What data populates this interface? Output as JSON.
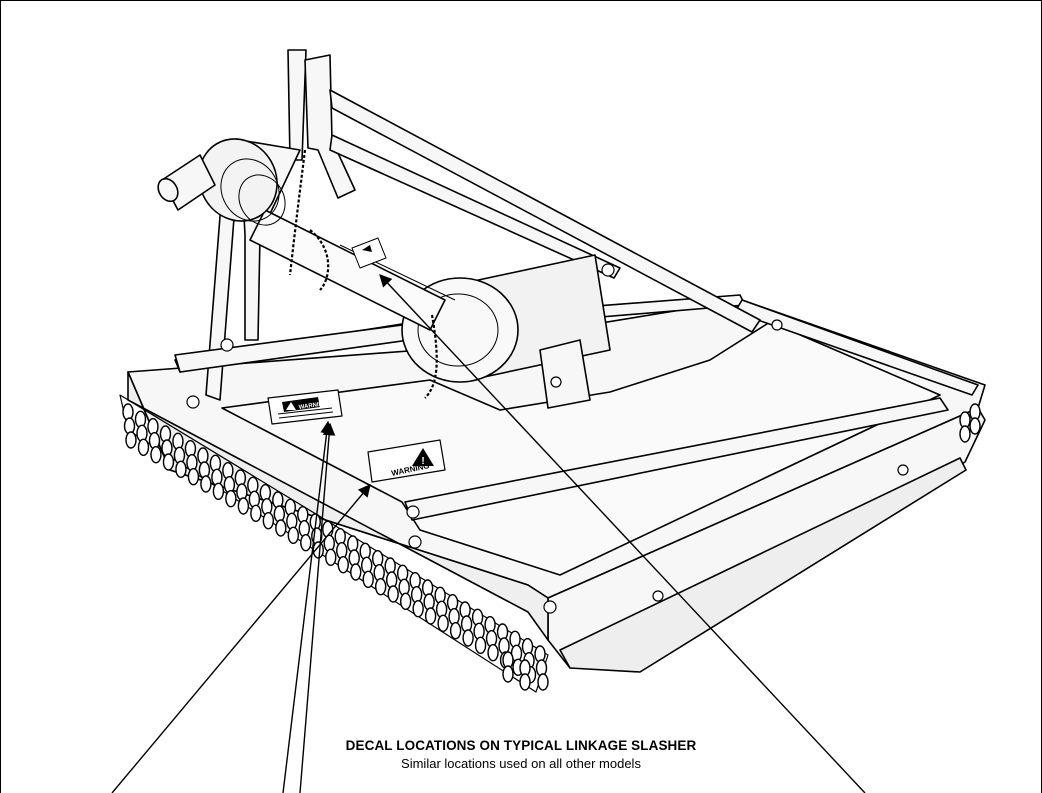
{
  "caption": {
    "title": "DECAL LOCATIONS ON TYPICAL LINKAGE SLASHER",
    "subtitle": "Similar locations used on all other models"
  },
  "decals": {
    "warning_triangle_label": "WARNING",
    "deck_banner_label": "WARNING"
  },
  "icons": [
    "warning-triangle-icon",
    "warning-banner-icon"
  ],
  "colors": {
    "ink": "#000000",
    "paper": "#ffffff",
    "metal": "#f7f7f7"
  }
}
